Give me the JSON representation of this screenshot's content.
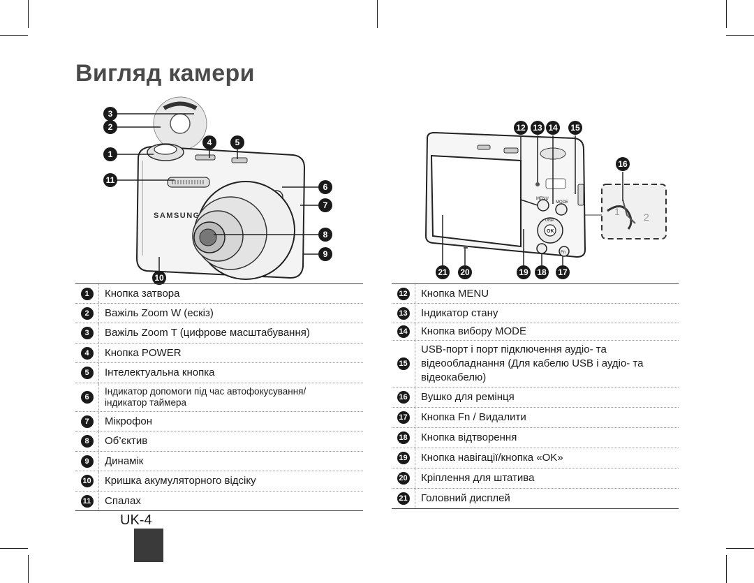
{
  "title": "Вигляд камери",
  "page_number": "UK-4",
  "front_camera": {
    "brand": "SAMSUNG",
    "callouts": [
      "1",
      "2",
      "3",
      "4",
      "5",
      "6",
      "7",
      "8",
      "9",
      "10",
      "11"
    ]
  },
  "back_camera": {
    "labels": {
      "menu": "MENU",
      "mode": "MODE",
      "disp": "DISP",
      "ok": "OK",
      "fn": "Fn",
      "strap_1": "1",
      "strap_2": "2"
    },
    "callouts": [
      "12",
      "13",
      "14",
      "15",
      "16",
      "17",
      "18",
      "19",
      "20",
      "21"
    ]
  },
  "left_table": [
    {
      "num": "1",
      "text": "Кнопка затвора"
    },
    {
      "num": "2",
      "text": "Важіль Zoom W (ескіз)"
    },
    {
      "num": "3",
      "text": "Важіль Zoom T (цифрове масштабування)"
    },
    {
      "num": "4",
      "text": "Кнопка POWER"
    },
    {
      "num": "5",
      "text": "Інтелектуальна кнопка"
    },
    {
      "num": "6",
      "text": "Індикатор допомоги під час автофокусування/ індикатор таймера"
    },
    {
      "num": "7",
      "text": "Мікрофон"
    },
    {
      "num": "8",
      "text": "Об’єктив"
    },
    {
      "num": "9",
      "text": "Динамік"
    },
    {
      "num": "10",
      "text": "Кришка акумуляторного відсіку"
    },
    {
      "num": "11",
      "text": "Спалах"
    }
  ],
  "right_table": [
    {
      "num": "12",
      "text": "Кнопка MENU"
    },
    {
      "num": "13",
      "text": "Індикатор стану"
    },
    {
      "num": "14",
      "text": "Кнопка вибору MODE"
    },
    {
      "num": "15",
      "text": "USB-порт і порт підключення аудіо- та відеообладнання (Для кабелю USB і аудіо- та відеокабелю)"
    },
    {
      "num": "16",
      "text": "Вушко для ремінця"
    },
    {
      "num": "17",
      "text": "Кнопка Fn / Видалити"
    },
    {
      "num": "18",
      "text": "Кнопка відтворення"
    },
    {
      "num": "19",
      "text": "Кнопка навігації/кнопка «OK»"
    },
    {
      "num": "20",
      "text": "Кріплення для штатива"
    },
    {
      "num": "21",
      "text": "Головний дисплей"
    }
  ],
  "colors": {
    "title": "#4a4a4a",
    "badge": "#1a1a1a",
    "sidebar_tab": "#3a3a3a"
  }
}
